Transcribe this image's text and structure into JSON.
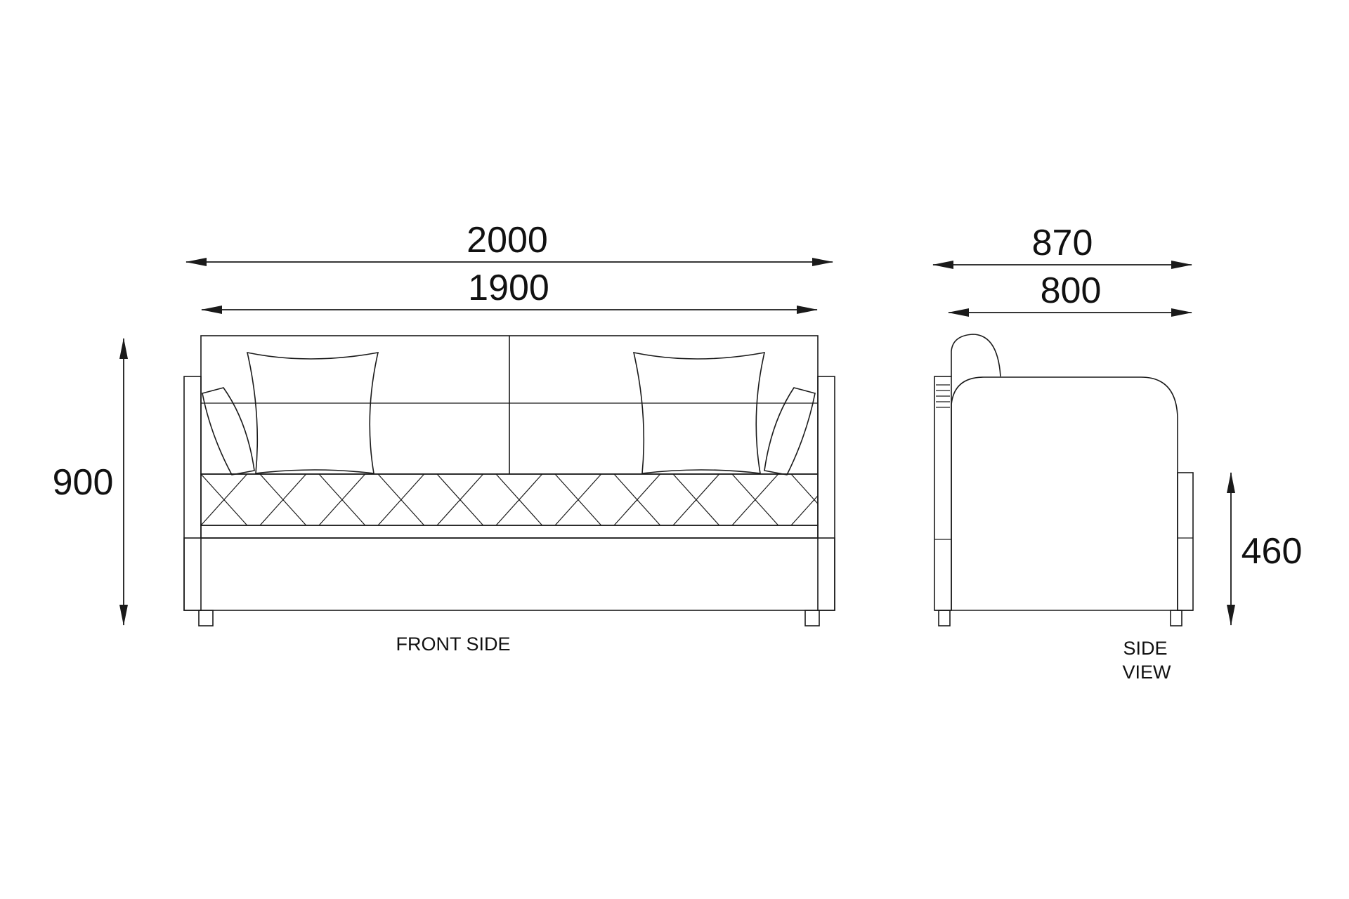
{
  "dimensions": {
    "front_overall_width": "2000",
    "front_inner_width": "1900",
    "height": "900",
    "side_overall_depth": "870",
    "side_inner_depth": "800",
    "seat_height": "460"
  },
  "captions": {
    "front": "FRONT SIDE",
    "side_line1": "SIDE",
    "side_line2": "VIEW"
  },
  "colors": {
    "stroke": "#1a1a1a",
    "background": "#ffffff"
  }
}
